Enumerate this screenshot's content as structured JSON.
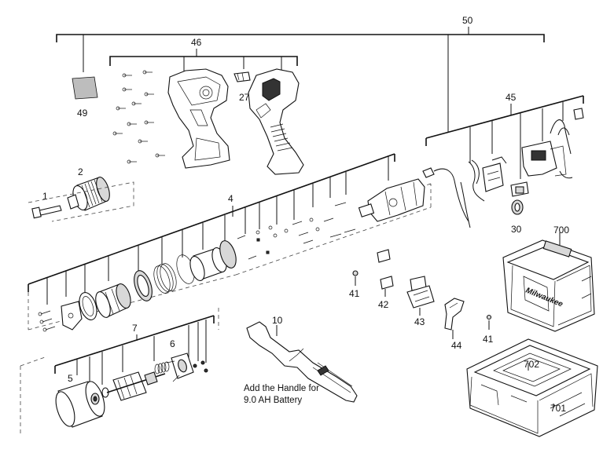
{
  "labels": {
    "l50": "50",
    "l46": "46",
    "l49": "49",
    "l27": "27",
    "l2": "2",
    "l1": "1",
    "l4": "4",
    "l45": "45",
    "l30": "30",
    "l700": "700",
    "l41a": "41",
    "l42": "42",
    "l43": "43",
    "l44": "44",
    "l41b": "41",
    "l10": "10",
    "l7": "7",
    "l6": "6",
    "l5": "5",
    "l702": "702",
    "l701": "701"
  },
  "note": {
    "line1": "Add the Handle for",
    "line2": "9.0 AH Battery"
  },
  "case_brand": "Milwaukee"
}
